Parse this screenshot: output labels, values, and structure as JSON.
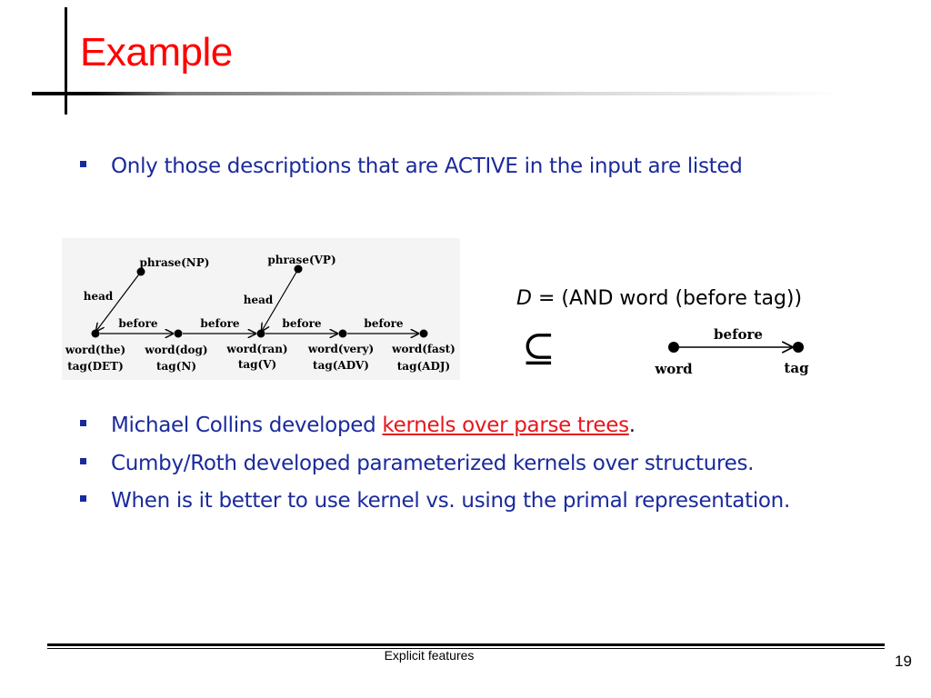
{
  "slide": {
    "title": "Example",
    "bullet_top": "Only those descriptions that are ACTIVE in the input are listed",
    "bullets_bottom": [
      {
        "prefix": "Michael Collins developed ",
        "link": "kernels over parse trees",
        "suffix": "."
      },
      {
        "text": "Cumby/Roth developed parameterized kernels over structures."
      },
      {
        "text": "When is it better to use kernel vs. using the primal representation."
      }
    ],
    "footer": "Explicit features",
    "page_number": "19"
  },
  "tree": {
    "phrase_np": "phrase(NP)",
    "phrase_vp": "phrase(VP)",
    "head1": "head",
    "head2": "head",
    "before_labels": [
      "before",
      "before",
      "before",
      "before"
    ],
    "nodes": [
      {
        "word": "word(the)",
        "tag": "tag(DET)"
      },
      {
        "word": "word(dog)",
        "tag": "tag(N)"
      },
      {
        "word": "word(ran)",
        "tag": "tag(V)"
      },
      {
        "word": "word(very)",
        "tag": "tag(ADV)"
      },
      {
        "word": "word(fast)",
        "tag": "tag(ADJ)"
      }
    ]
  },
  "formula": {
    "d": "D",
    "rest": " = (AND word (before tag))",
    "subset": "⊆"
  },
  "mini_graph": {
    "before": "before",
    "word": "word",
    "tag": "tag"
  }
}
